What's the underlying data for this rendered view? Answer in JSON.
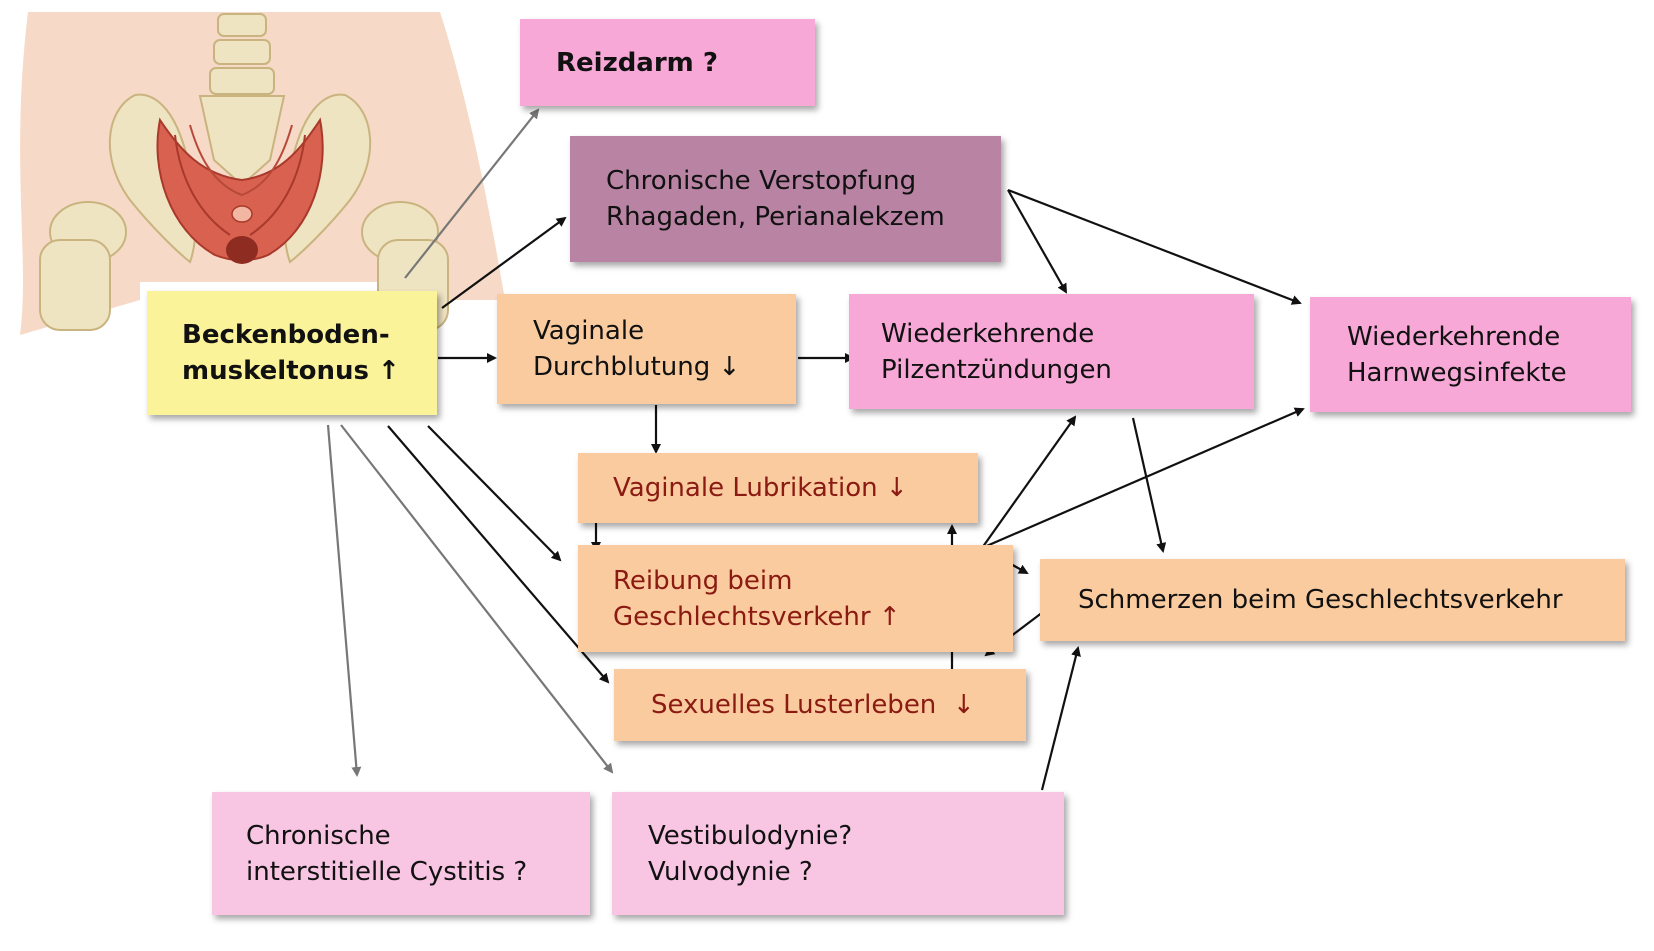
{
  "boxes": {
    "reizdarm": [
      "Reizdarm ?"
    ],
    "verstopfung": [
      "Chronische Verstopfung",
      "Rhagaden, Perianalekzem"
    ],
    "beckenboden": [
      "Beckenboden-",
      "muskeltonus ↑"
    ],
    "vaginale_durchblutung": [
      "Vaginale",
      "Durchblutung ↓"
    ],
    "pilz": [
      "Wiederkehrende",
      "Pilzentzündungen"
    ],
    "harnweg": [
      "Wiederkehrende",
      "Harnwegsinfekte"
    ],
    "lubrikation": [
      "Vaginale Lubrikation ↓"
    ],
    "reibung": [
      "Reibung beim",
      "Geschlechtsverkehr ↑"
    ],
    "schmerzen": [
      "Schmerzen beim Geschlechtsverkehr"
    ],
    "lusterleben": [
      "Sexuelles Lusterleben  ↓"
    ],
    "cystitis": [
      "Chronische",
      "interstitielle Cystitis ?"
    ],
    "vestibulodynie": [
      "Vestibulodynie?",
      "Vulvodynie ?"
    ]
  },
  "colors": {
    "pink": "#f7a8d6",
    "light_pink": "#f8c5e2",
    "purple": "#b983a4",
    "peach": "#f9cb9f",
    "yellow": "#fbf39a",
    "dark_red_text": "#8a1a12",
    "arrow_black": "#111111",
    "arrow_gray": "#777777"
  },
  "illustration": {
    "icon": "pelvic-floor-anatomy-icon"
  }
}
